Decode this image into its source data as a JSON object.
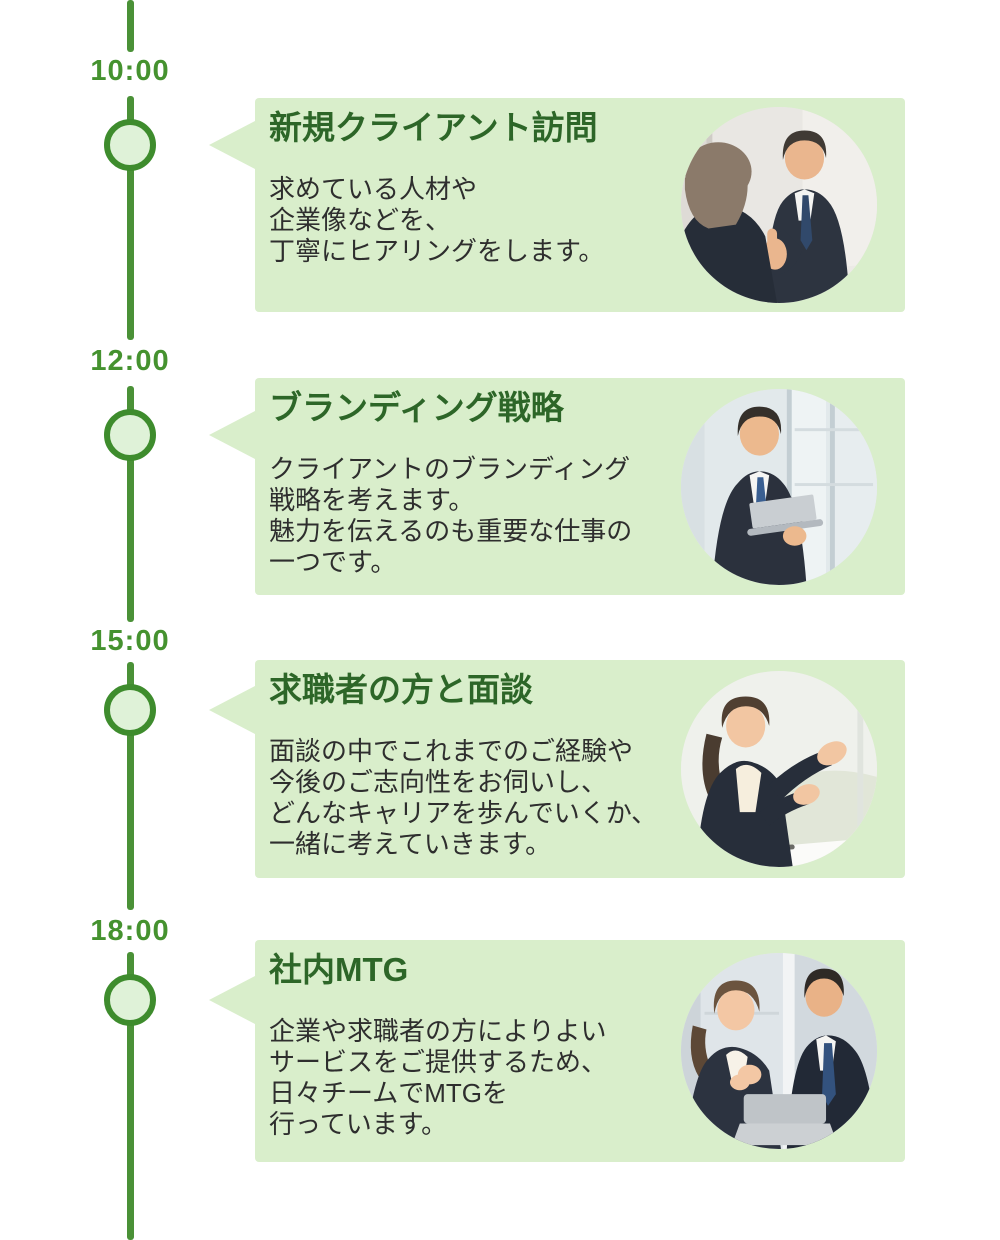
{
  "theme": {
    "timeline_green": "#4a9137",
    "node_stroke_green": "#3e8c2d",
    "node_fill_green": "#dff2d8",
    "card_background_green": "#d9eecb",
    "title_green": "#2d6628",
    "time_green": "#45922f",
    "body_text_color": "#2e2e2e",
    "page_background": "#ffffff"
  },
  "timeline": {
    "items": [
      {
        "time": "10:00",
        "title": "新規クライアント訪問",
        "body": "求めている人材や\n企業像などを、\n丁寧にヒアリングをします。",
        "photo": "client-meeting-photo"
      },
      {
        "time": "12:00",
        "title": "ブランディング戦略",
        "body": "クライアントのブランディング\n戦略を考えます。\n魅力を伝えるのも重要な仕事の\n一つです。",
        "photo": "man-holding-laptop-photo"
      },
      {
        "time": "15:00",
        "title": "求職者の方と面談",
        "body": "面談の中でこれまでのご経験や\n今後のご志向性をお伺いし、\nどんなキャリアを歩んでいくか、\n一緒に考えていきます。",
        "photo": "woman-interview-photo"
      },
      {
        "time": "18:00",
        "title": "社内MTG",
        "body": "企業や求職者の方によりよい\nサービスをご提供するため、\n日々チームでMTGを\n行っています。",
        "photo": "team-meeting-photo"
      }
    ]
  }
}
